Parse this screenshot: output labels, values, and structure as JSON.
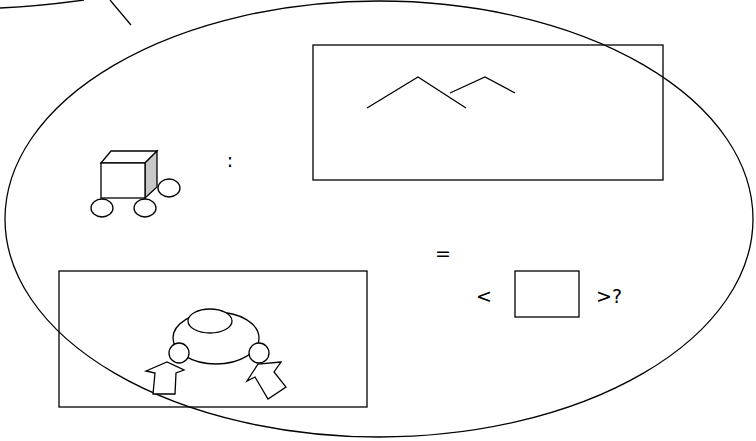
{
  "diagram": {
    "labels": [
      ":",
      "=",
      "<",
      ">?"
    ]
  }
}
